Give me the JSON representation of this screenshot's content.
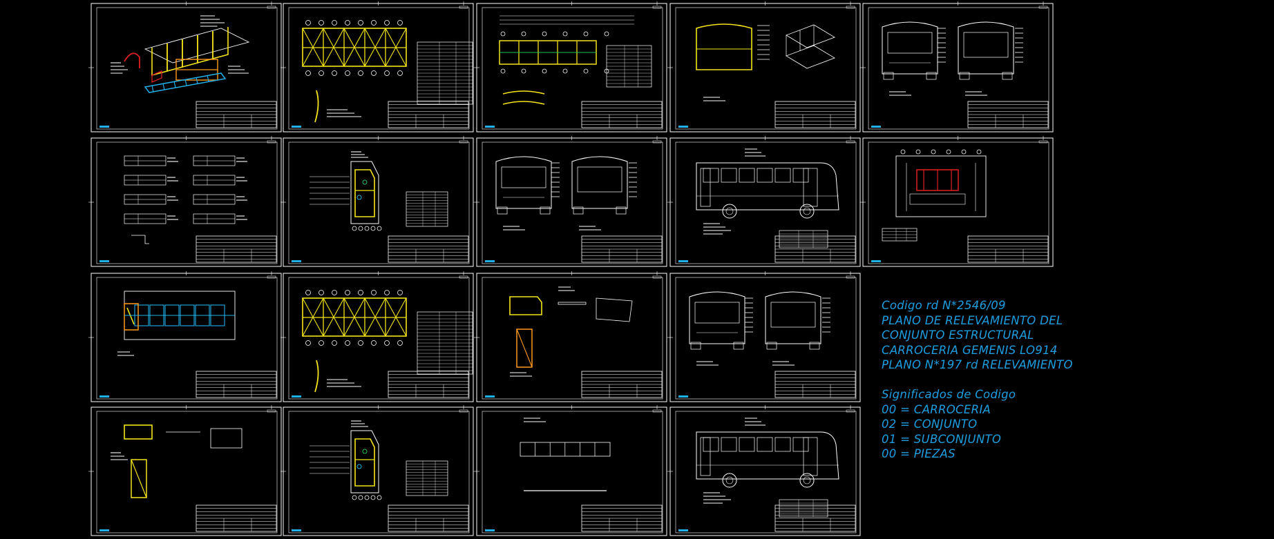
{
  "drawing": {
    "background": "#000000",
    "line_color": "#ffffff",
    "accent_yellow": "#f5e51a",
    "accent_cyan": "#21b0e8",
    "accent_red": "#e02020",
    "accent_orange": "#ff9a1a",
    "accent_green": "#22c455"
  },
  "legend": {
    "code_line": "Codigo rd N*2546/09",
    "title_1": "PLANO DE RELEVAMIENTO DEL",
    "title_2": "CONJUNTO ESTRUCTURAL",
    "title_3": "CARROCERIA GEMENIS LO914",
    "plan_line": "PLANO N*197 rd RELEVAMIENTO",
    "meanings_heading": "Significados de Codigo",
    "codes": [
      "00 = CARROCERIA",
      "02 = CONJUNTO",
      "01 = SUBCONJUNTO",
      "00 = PIEZAS"
    ]
  },
  "sheets": [
    {
      "id": "s1",
      "content": "exploded-structure"
    },
    {
      "id": "s2",
      "content": "frame-side-yellow"
    },
    {
      "id": "s3",
      "content": "frame-plan-yellow"
    },
    {
      "id": "s4",
      "content": "rear-section"
    },
    {
      "id": "s5",
      "content": "front-rear-views"
    },
    {
      "id": "s6",
      "content": "section-details"
    },
    {
      "id": "s7",
      "content": "door-frame"
    },
    {
      "id": "s8",
      "content": "front-back-panels"
    },
    {
      "id": "s9",
      "content": "bus-side-view"
    },
    {
      "id": "s10",
      "content": "floor-plan-red"
    },
    {
      "id": "s11",
      "content": "chassis-plan-cyan"
    },
    {
      "id": "s12",
      "content": "frame-side-yellow"
    },
    {
      "id": "s13",
      "content": "part-detail"
    },
    {
      "id": "s14",
      "content": "front-rear-views"
    },
    {
      "id": "s15",
      "content": "roof-frame"
    },
    {
      "id": "s16",
      "content": "door-frame"
    },
    {
      "id": "s17",
      "content": "bay-detail"
    },
    {
      "id": "s18",
      "content": "bus-side-view"
    }
  ]
}
